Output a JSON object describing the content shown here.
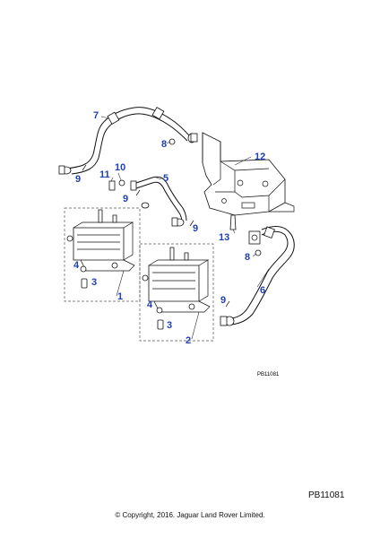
{
  "diagram": {
    "callouts": {
      "c1": "1",
      "c2": "2",
      "c3a": "3",
      "c3b": "3",
      "c4a": "4",
      "c4b": "4",
      "c5": "5",
      "c6": "6",
      "c7": "7",
      "c8a": "8",
      "c8b": "8",
      "c9a": "9",
      "c9b": "9",
      "c9c": "9",
      "c9d": "9",
      "c10": "10",
      "c11": "11",
      "c12": "12",
      "c13": "13"
    },
    "figure_code": "PB11081"
  },
  "footer": {
    "page_code": "PB11081",
    "copyright": "© Copyright, 2016. Jaguar Land Rover Limited."
  },
  "colors": {
    "callout": "#1f3fb4",
    "line": "#111111"
  }
}
